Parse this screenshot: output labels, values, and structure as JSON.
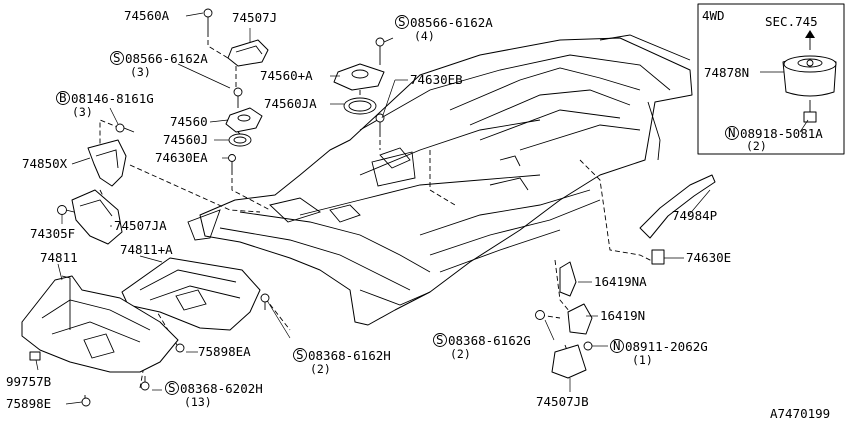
{
  "diagram_id": "A7470199",
  "inset": {
    "title": "4WD",
    "section_ref": "SEC.745",
    "part_number": "74878N",
    "fastener": {
      "prefix": "N",
      "number": "08918-5081A",
      "qty": "(2)"
    }
  },
  "labels": [
    {
      "id": "74560A",
      "text": "74560A"
    },
    {
      "id": "74507J",
      "text": "74507J"
    },
    {
      "id": "74560+A",
      "text": "74560+A"
    },
    {
      "id": "74560JA",
      "text": "74560JA"
    },
    {
      "id": "74560",
      "text": "74560"
    },
    {
      "id": "74560J",
      "text": "74560J"
    },
    {
      "id": "74630EA",
      "text": "74630EA"
    },
    {
      "id": "74630EB",
      "text": "74630EB"
    },
    {
      "id": "74850X",
      "text": "74850X"
    },
    {
      "id": "74305F",
      "text": "74305F"
    },
    {
      "id": "74507JA",
      "text": "74507JA"
    },
    {
      "id": "74811+A",
      "text": "74811+A"
    },
    {
      "id": "74811",
      "text": "74811"
    },
    {
      "id": "75898EA",
      "text": "75898EA"
    },
    {
      "id": "99757B",
      "text": "99757B"
    },
    {
      "id": "75898E",
      "text": "75898E"
    },
    {
      "id": "16419NA",
      "text": "16419NA"
    },
    {
      "id": "16419N",
      "text": "16419N"
    },
    {
      "id": "74507JB",
      "text": "74507JB"
    },
    {
      "id": "74984P",
      "text": "74984P"
    },
    {
      "id": "74630E",
      "text": "74630E"
    }
  ],
  "callouts": [
    {
      "id": "s-08566-6162A-top",
      "prefix": "S",
      "number": "08566-6162A",
      "qty": "(4)"
    },
    {
      "id": "s-08566-6162A-left",
      "prefix": "S",
      "number": "08566-6162A",
      "qty": "(3)"
    },
    {
      "id": "b-08146-8161G",
      "prefix": "B",
      "number": "08146-8161G",
      "qty": "(3)"
    },
    {
      "id": "s-08368-6162H",
      "prefix": "S",
      "number": "08368-6162H",
      "qty": "(2)"
    },
    {
      "id": "s-08368-6202H",
      "prefix": "S",
      "number": "08368-6202H",
      "qty": "(13)"
    },
    {
      "id": "s-08368-6162G",
      "prefix": "S",
      "number": "08368-6162G",
      "qty": "(2)"
    },
    {
      "id": "n-08911-2062G",
      "prefix": "N",
      "number": "08911-2062G",
      "qty": "(1)"
    }
  ]
}
